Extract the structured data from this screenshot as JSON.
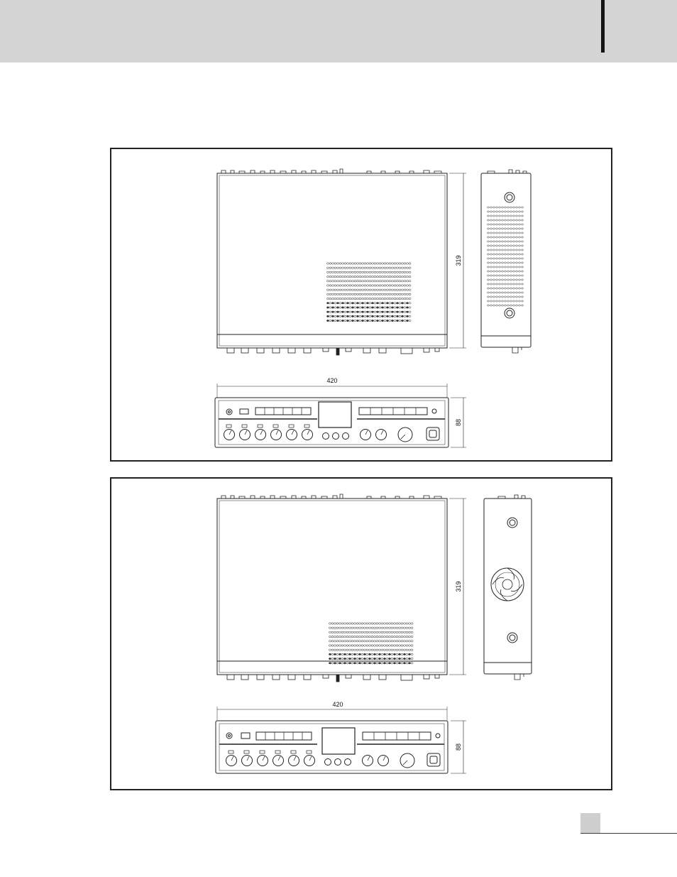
{
  "figures": [
    {
      "top_view": {
        "depth_dimension": "319"
      },
      "front_view": {
        "width_dimension": "420",
        "height_dimension": "88"
      },
      "side_view": {
        "variant": "vented-side"
      }
    },
    {
      "top_view": {
        "depth_dimension": "319"
      },
      "front_view": {
        "width_dimension": "420",
        "height_dimension": "88"
      },
      "side_view": {
        "variant": "fan-side"
      }
    }
  ],
  "colors": {
    "header_band": "#d4d4d4",
    "line": "#222222",
    "page_box": "#cfcfcf"
  },
  "page_number": ""
}
